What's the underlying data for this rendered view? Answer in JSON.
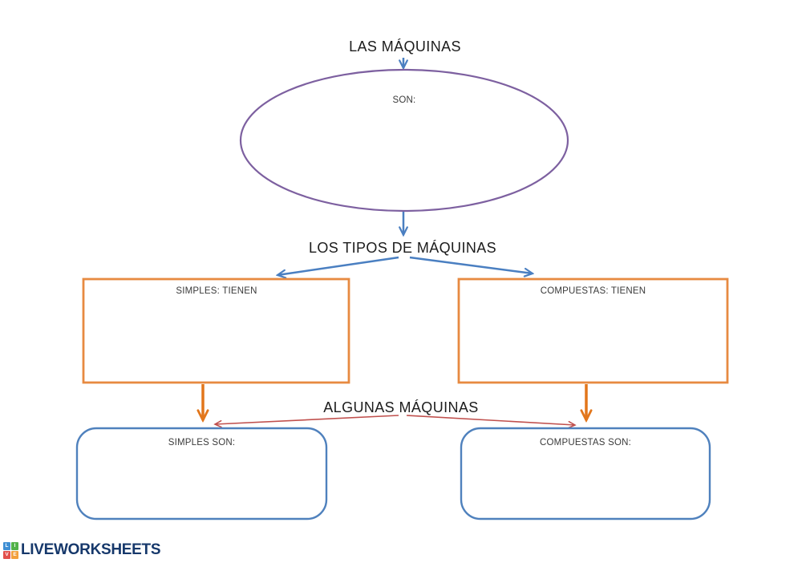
{
  "worksheet": {
    "title": "LAS MÁQUINAS",
    "ellipse": {
      "label": "SON:"
    },
    "types_heading": "LOS TIPOS DE MÁQUINAS",
    "type_boxes": [
      {
        "label": "SIMPLES: TIENEN"
      },
      {
        "label": "COMPUESTAS: TIENEN"
      }
    ],
    "examples_heading": "ALGUNAS MÁQUINAS",
    "example_boxes": [
      {
        "label": "SIMPLES SON:"
      },
      {
        "label": "COMPUESTAS SON:"
      }
    ],
    "colors": {
      "heading_text": "#1c1c1c",
      "label_text": "#3a3a3a",
      "ellipse_stroke": "#7d60a0",
      "blue_connector": "#4a7fc1",
      "orange_box_stroke": "#e78a41",
      "orange_connector": "#e2761b",
      "red_connector": "#c0504d",
      "answer_box_stroke": "#4f81bd"
    }
  },
  "footer": {
    "logo_text": "LIVEWORKSHEETS",
    "logo_text_color": "#16386b",
    "logo_tiles": [
      {
        "letter": "L",
        "color": "#3f8fd4"
      },
      {
        "letter": "I",
        "color": "#52b14a"
      },
      {
        "letter": "V",
        "color": "#e2504c"
      },
      {
        "letter": "E",
        "color": "#f2a03d"
      }
    ]
  }
}
